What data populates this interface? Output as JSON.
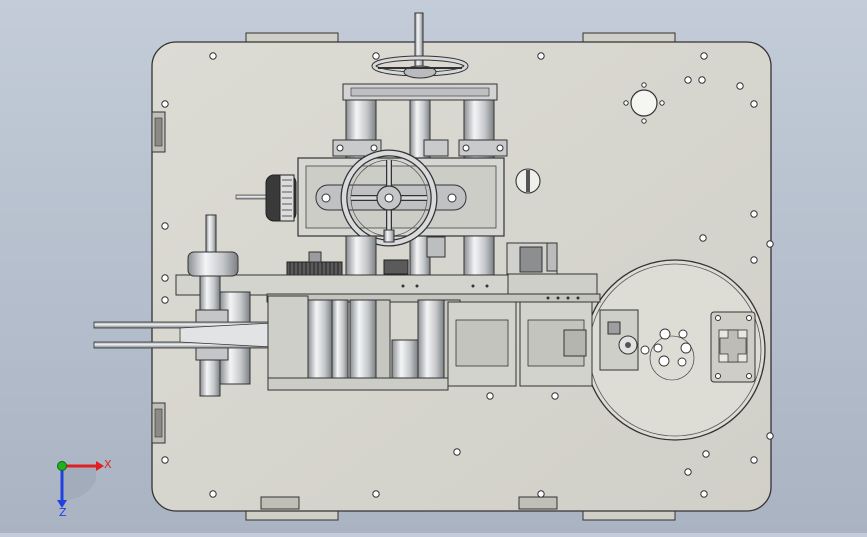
{
  "app": {
    "view_type": "cad-3d-viewport"
  },
  "colors": {
    "background_top": "#c3ccd8",
    "background_bottom": "#a9b3c2",
    "plate": "#d7d6cf",
    "plate_edge": "#3a3a3a",
    "metal": "#c9ccd0",
    "shaft": "#e6e8ea",
    "dark": "#2a2a2a",
    "axis_x": "#e02020",
    "axis_y": "#20b020",
    "axis_z": "#2040e0"
  },
  "triad": {
    "x_label": "X",
    "z_label": "Z"
  },
  "icons": [
    "handwheel-icon",
    "dial-gauge-icon",
    "coordinate-triad-icon"
  ]
}
